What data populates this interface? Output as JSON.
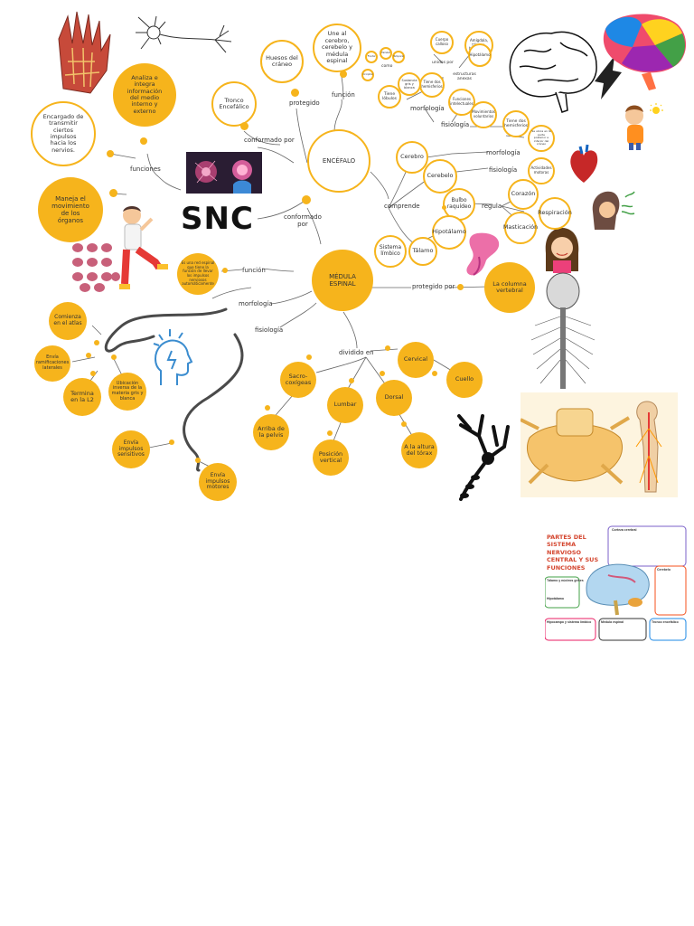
{
  "title": "SNC",
  "colors": {
    "accent": "#f6b41c",
    "line": "#666666",
    "text": "#333333"
  },
  "nodes": {
    "encefalo": "ENCÉFALO",
    "medula": "MÉDULA ESPINAL",
    "analiza": "Analiza e integra información del medio interno y externo",
    "encargado": "Encargado de transmitir ciertos impulsos hacia los nervios.",
    "maneja": "Maneja el movimiento de los órganos",
    "tronco": "Tronco Encefálico",
    "huesos": "Huesos del cráneo",
    "une": "Une al cerebro, cerebelo y médula espinal",
    "red": "Es una red espinal que tiene la función de llevar los impulsos nerviosos automáticamente",
    "columna": "La columna vertebral",
    "comienza": "Comienza en el atlas",
    "envia_ram": "Envía ramificaciones laterales",
    "termina": "Termina en la L2",
    "ubicacion": "Ubicación inversa de la materia gris y blanca",
    "sensitivos": "Envía impulsos sensitivos",
    "motores": "Envía impulsos motores",
    "sacro": "Sacro-coxígeas",
    "lumbar": "Lumbar",
    "dorsal": "Dorsal",
    "cervical": "Cervical",
    "cuello": "Cuello",
    "pelvis": "Arriba de la pelvis",
    "vertical": "Posición vertical",
    "torax": "A la altura del tórax",
    "cerebro": "Cerebro",
    "cerebelo": "Cerebelo",
    "bulbo": "Bulbo raquídeo",
    "hipotalamo": "Hipotálamo",
    "limbico": "Sistema límbico",
    "talamo": "Tálamo",
    "corazon": "Corazón",
    "respiracion": "Respiración",
    "masticacion": "Masticación",
    "cuerpo_calloso": "Cuerpo calloso",
    "amigdala": "Amígdala, tálamo, hipocampo",
    "sustancia": "Sustancia gris y blanca",
    "tiene_dos": "Tiene dos hemisferios",
    "tiene_lobulos": "Tiene lóbulos",
    "funciones_int": "Funciones intelectuales",
    "movimientos": "Movimientos voluntarios",
    "tiene_dos_h2": "Tiene dos hemisferios",
    "se_ubica": "Se ubica en la parte posterior e inferior del cráneo",
    "actividades": "Actividades motoras",
    "hipotalamo_s": "Hipotálamo",
    "frontal": "Frontal",
    "parietal": "Parietal",
    "temporal": "Temporal",
    "occipital": "Occipital"
  },
  "labels": {
    "funcion_enc": "función",
    "protegido": "protegido",
    "conformado_por": "conformado por",
    "funciones": "funciones",
    "conformado_por2": "conformado\npor",
    "comprende": "comprende",
    "funcion_med": "función",
    "morfologia_med": "morfología",
    "fisiologia_med": "fisiología",
    "dividido_en": "dividido en",
    "protegido_por": "protegido por",
    "morfologia_cer": "morfología",
    "fisiologia_cer": "fisiología",
    "morfologia_cbl": "morfología",
    "fisiologia_cbl": "fisiología",
    "regula": "regula",
    "unidos_por": "unidos por",
    "estructuras": "estructuras anexas",
    "como": "como"
  },
  "infographic": {
    "title": "PARTES DEL SISTEMA NERVIOSO CENTRAL Y SUS FUNCIONES",
    "box1_title": "Corteza cerebral",
    "box2_title": "Cerebelo",
    "box3_title": "Tálamo y núcleos grises",
    "box4_title": "Hipotálamo",
    "box5_title": "Hipocampo y sistema límbico",
    "box6_title": "Médula espinal",
    "box7_title": "Tronco encefálico"
  }
}
